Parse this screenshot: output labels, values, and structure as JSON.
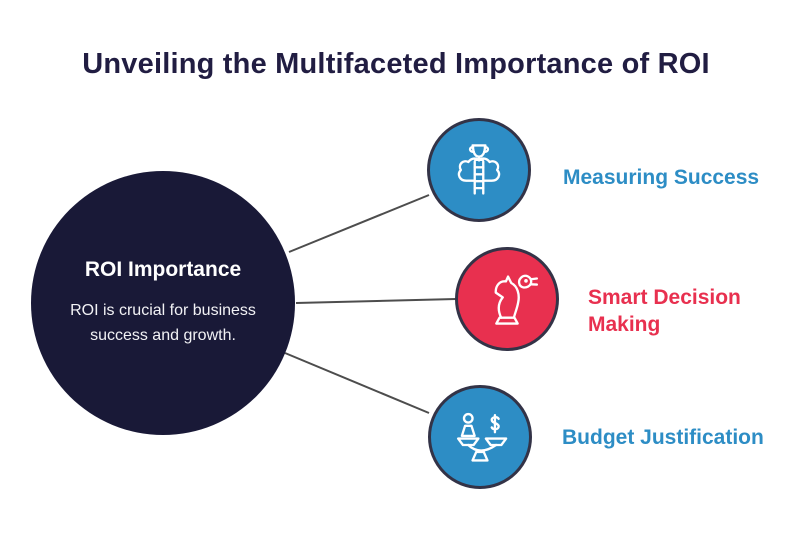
{
  "title": "Unveiling the Multifaceted Importance of ROI",
  "center": {
    "heading": "ROI Importance",
    "body": "ROI is crucial for business success and growth."
  },
  "nodes": [
    {
      "label": "Measuring Success",
      "icon": "trophy-ladder-icon",
      "accent_color": "#2D8DC5"
    },
    {
      "label": "Smart Decision Making",
      "icon": "chess-knight-hand-icon",
      "accent_color": "#E8304F"
    },
    {
      "label": "Budget Justification",
      "icon": "balance-scale-icon",
      "accent_color": "#2D8DC5"
    }
  ],
  "colors": {
    "background": "#FFFFFF",
    "title_text": "#211D42",
    "center_circle_fill": "#191937",
    "center_text": "#FFFFFF",
    "blue_accent": "#2D8DC5",
    "red_accent": "#E8304F",
    "circle_border": "#333347",
    "connector_line": "#4D4D4D",
    "icon_stroke": "#FFFFFF"
  }
}
